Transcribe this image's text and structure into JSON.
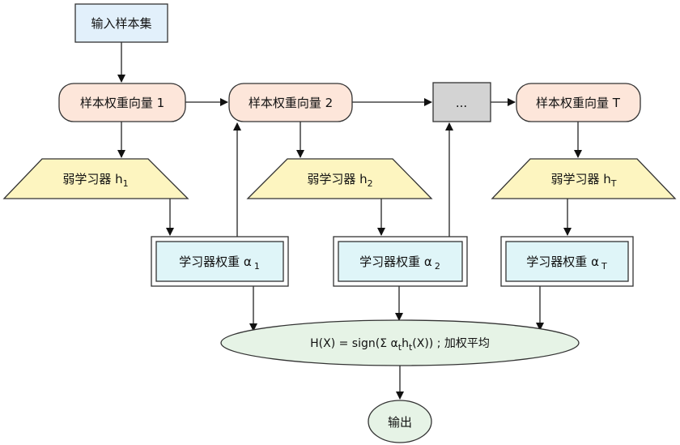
{
  "diagram": {
    "colors": {
      "input_fill": "#e2f0fb",
      "vector_fill": "#fde6da",
      "ellipsis_fill": "#d3d3d3",
      "learner_fill": "#fdf5c0",
      "weight_fill": "#dff5f8",
      "combine_fill": "#e6f3e6",
      "output_fill": "#e6f3e6"
    },
    "input": {
      "label": "输入样本集"
    },
    "weight_vectors": [
      {
        "label": "样本权重向量 1"
      },
      {
        "label": "样本权重向量 2"
      },
      {
        "label": "..."
      },
      {
        "label": "样本权重向量 T"
      }
    ],
    "weak_learners": [
      {
        "label": "弱学习器 h",
        "subscript": "1"
      },
      {
        "label": "弱学习器 h",
        "subscript": "2"
      },
      {
        "label": "弱学习器 h",
        "subscript": "T"
      }
    ],
    "learner_weights": [
      {
        "label": "学习器权重 α",
        "subscript": "1"
      },
      {
        "label": "学习器权重 α",
        "subscript": "2"
      },
      {
        "label": "学习器权重 α",
        "subscript": "T"
      }
    ],
    "combine": {
      "prefix": "H(X) = sign(Σ  α",
      "sub1": "t",
      "mid": "h",
      "sub2": "t",
      "suffix": "(X)) ; 加权平均"
    },
    "output": {
      "label": "输出"
    }
  }
}
